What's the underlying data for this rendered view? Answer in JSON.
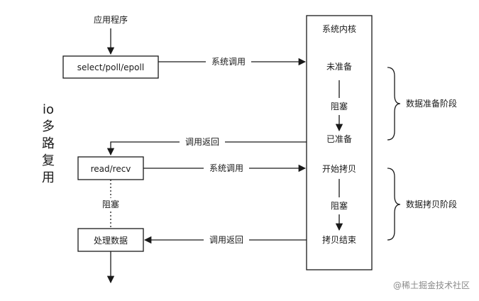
{
  "diagram": {
    "app_program": "应用程序",
    "select_box": "select/poll/epoll",
    "syscall_top": "系统调用",
    "kernel_title": "系统内核",
    "not_ready": "未准备",
    "block_1": "阻塞",
    "ready": "已准备",
    "return_top": "调用返回",
    "read_box": "read/recv",
    "syscall_bottom": "系统调用",
    "copy_start": "开始拷贝",
    "block_2": "阻塞",
    "copy_end": "拷贝结束",
    "process_box": "处理数据",
    "return_bottom": "调用返回",
    "left_block": "阻塞",
    "side_io": "io",
    "side_char_1": "多",
    "side_char_2": "路",
    "side_char_3": "复",
    "side_char_4": "用",
    "phase_prepare": "数据准备阶段",
    "phase_copy": "数据拷贝阶段"
  },
  "watermark": "@稀土掘金技术社区"
}
